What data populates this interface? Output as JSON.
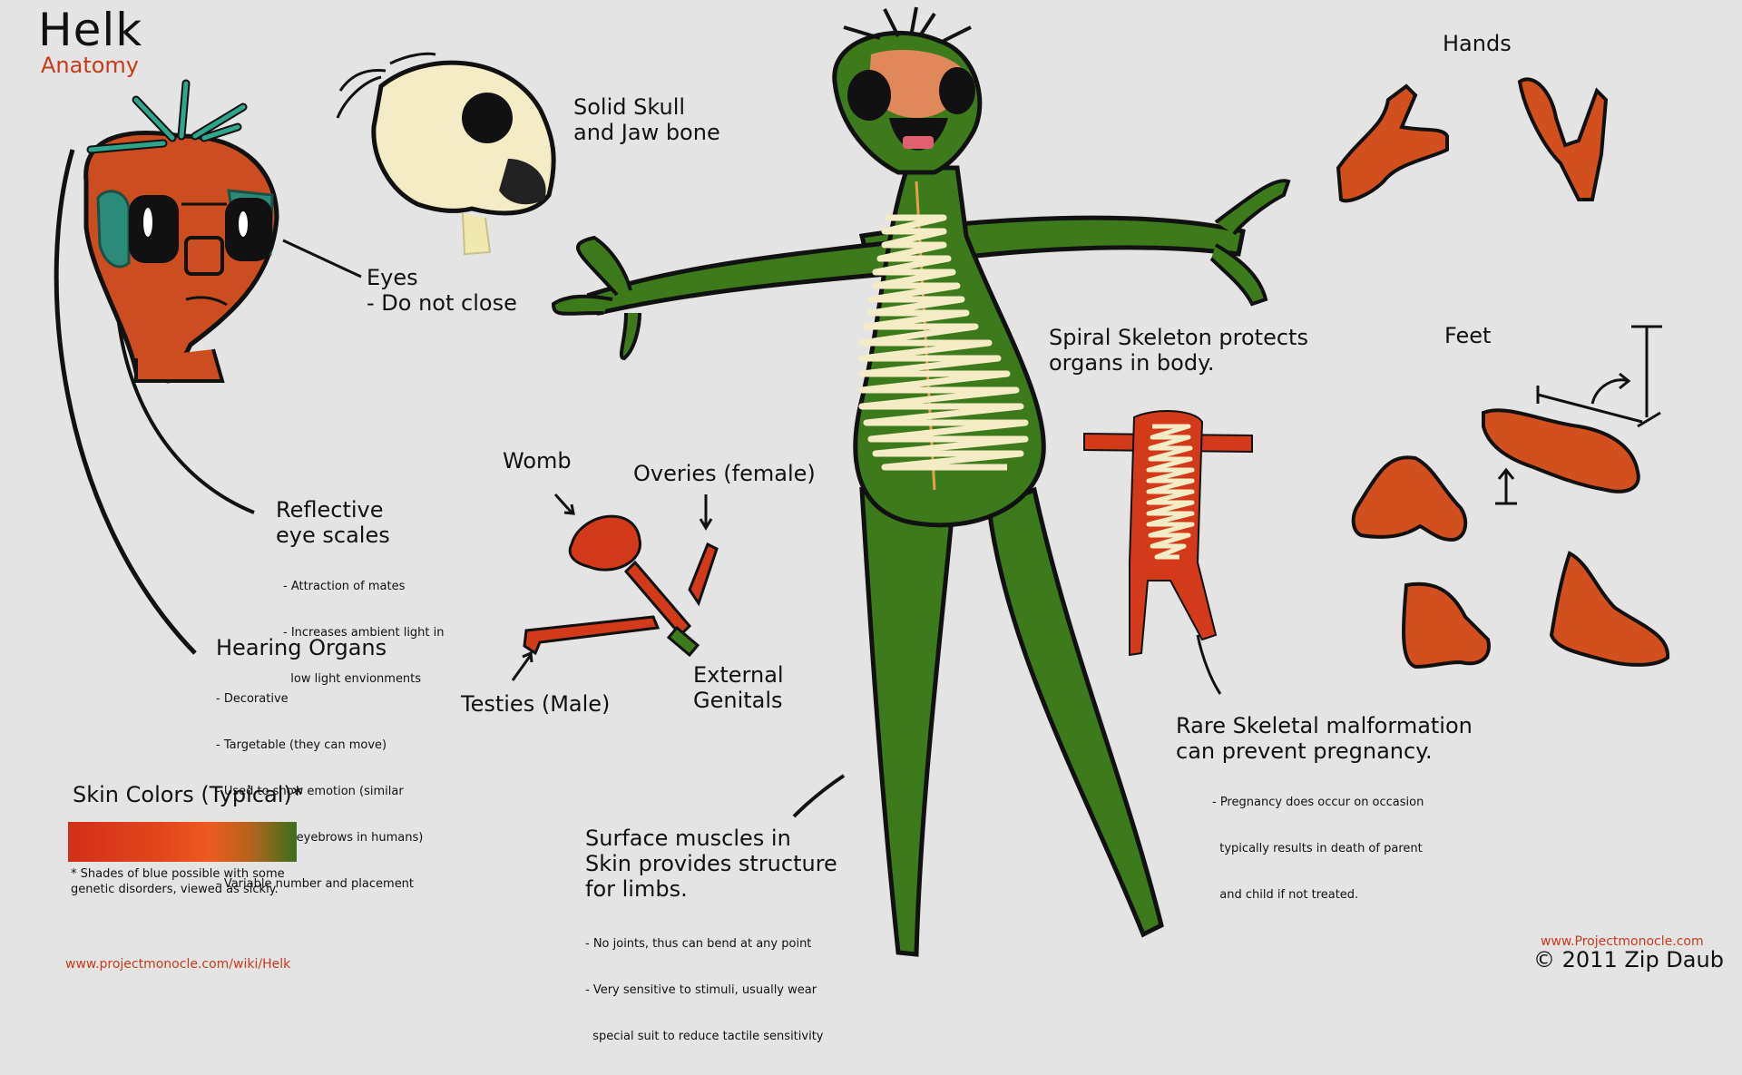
{
  "header": {
    "title": "Helk",
    "subtitle": "Anatomy"
  },
  "labels": {
    "skull": [
      "Solid Skull",
      "and Jaw bone"
    ],
    "eyes": [
      "Eyes",
      "- Do not close"
    ],
    "reflective": {
      "title": [
        "Reflective",
        "eye scales"
      ],
      "notes": [
        "- Attraction of mates",
        "- Increases ambient light in",
        "  low light envionments"
      ]
    },
    "hearing": {
      "title": "Hearing Organs",
      "notes": [
        "- Decorative",
        "- Targetable (they can move)",
        "- Used to show emotion (similar",
        "  to eyes and eyebrows in humans)",
        "- Variable number and placement"
      ]
    },
    "womb": "Womb",
    "ovaries": "Overies (female)",
    "testies": "Testies (Male)",
    "genitals": [
      "External",
      "Genitals"
    ],
    "hands": "Hands",
    "feet": "Feet",
    "spiral": [
      "Spiral Skeleton protects",
      "organs in body."
    ],
    "malformation": {
      "title": [
        "Rare Skeletal malformation",
        "can prevent pregnancy."
      ],
      "notes": [
        "- Pregnancy does occur on occasion",
        "  typically results in death of parent",
        "  and child if not treated."
      ]
    },
    "muscles": {
      "title": [
        "Surface muscles in",
        "Skin provides structure",
        "for limbs."
      ],
      "notes": [
        "- No joints, thus can bend at any point",
        "- Very sensitive to stimuli, usually wear",
        "  special suit to reduce tactile sensitivity"
      ]
    }
  },
  "skin": {
    "title": "Skin Colors (Typical)*",
    "footnote": [
      "* Shades of blue possible with some",
      "genetic disorders, viewed as sickly."
    ],
    "colors": [
      "#d1301a",
      "#e0461c",
      "#ee5a22",
      "#b4641e",
      "#3c6e1c"
    ]
  },
  "footer": {
    "url_left": "www.projectmonocle.com/wiki/Helk",
    "url_right": "www.Projectmonocle.com",
    "copyright": "© 2011 Zip Daub"
  },
  "colors": {
    "body_green": "#3d7a1c",
    "organ_red": "#d23a1a",
    "bone": "#f4ecc4",
    "head_orange": "#cc4d1f",
    "scale_teal": "#2c8a78"
  },
  "icons": [
    "helk-head-illustration",
    "skull-illustration",
    "helk-body-illustration",
    "reproductive-organs-illustration",
    "spiral-skeleton-illustration",
    "hands-illustration",
    "feet-illustration",
    "dimension-marker-icon"
  ]
}
